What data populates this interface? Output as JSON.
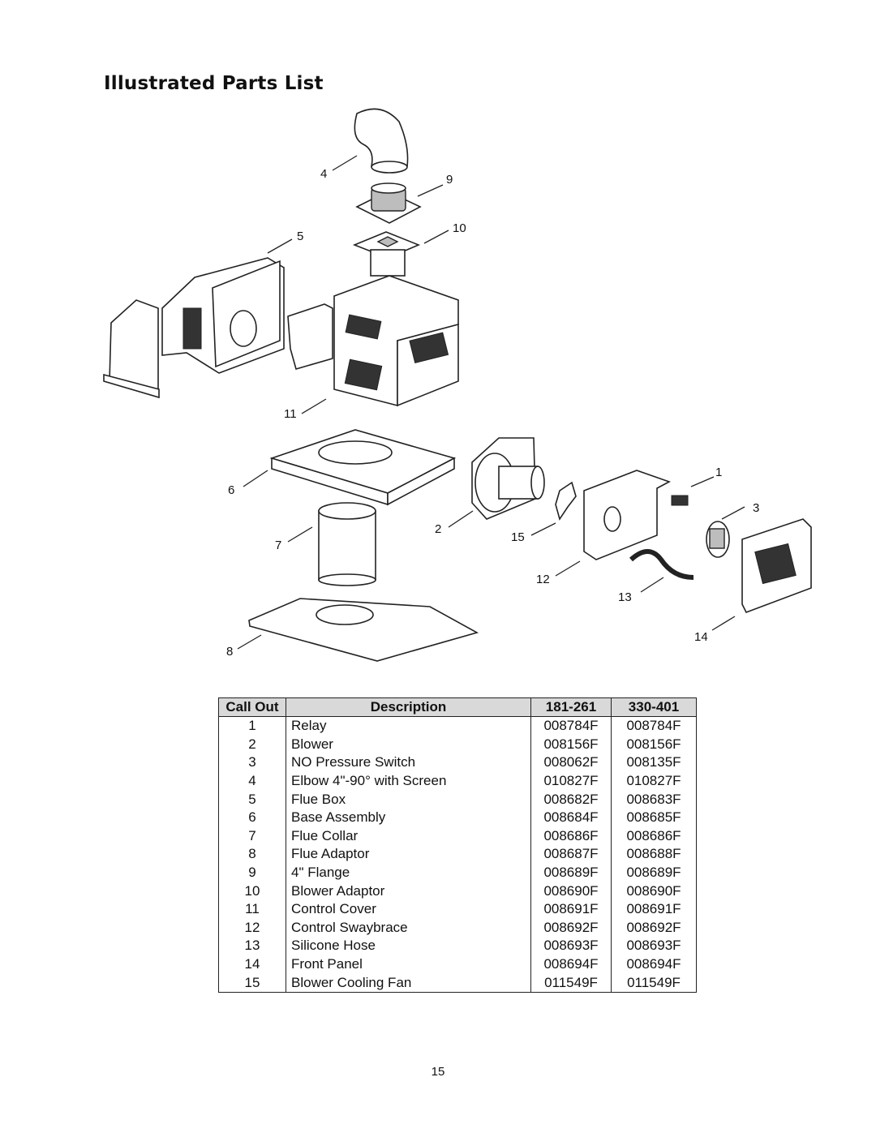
{
  "page": {
    "title": "Illustrated Parts List",
    "page_number": "15"
  },
  "diagram": {
    "callouts": [
      "1",
      "2",
      "3",
      "4",
      "5",
      "6",
      "7",
      "8",
      "9",
      "10",
      "11",
      "12",
      "13",
      "14",
      "15"
    ]
  },
  "table": {
    "headers": [
      "Call Out",
      "Description",
      "181-261",
      "330-401"
    ],
    "rows": [
      [
        "1",
        "Relay",
        "008784F",
        "008784F"
      ],
      [
        "2",
        "Blower",
        "008156F",
        "008156F"
      ],
      [
        "3",
        "NO Pressure Switch",
        "008062F",
        "008135F"
      ],
      [
        "4",
        "Elbow 4\"-90° with Screen",
        "010827F",
        "010827F"
      ],
      [
        "5",
        "Flue Box",
        "008682F",
        "008683F"
      ],
      [
        "6",
        "Base Assembly",
        "008684F",
        "008685F"
      ],
      [
        "7",
        "Flue Collar",
        "008686F",
        "008686F"
      ],
      [
        "8",
        "Flue Adaptor",
        "008687F",
        "008688F"
      ],
      [
        "9",
        "4\" Flange",
        "008689F",
        "008689F"
      ],
      [
        "10",
        "Blower Adaptor",
        "008690F",
        "008690F"
      ],
      [
        "11",
        "Control Cover",
        "008691F",
        "008691F"
      ],
      [
        "12",
        "Control Swaybrace",
        "008692F",
        "008692F"
      ],
      [
        "13",
        "Silicone Hose",
        "008693F",
        "008693F"
      ],
      [
        "14",
        "Front Panel",
        "008694F",
        "008694F"
      ],
      [
        "15",
        "Blower Cooling Fan",
        "011549F",
        "011549F"
      ]
    ]
  }
}
